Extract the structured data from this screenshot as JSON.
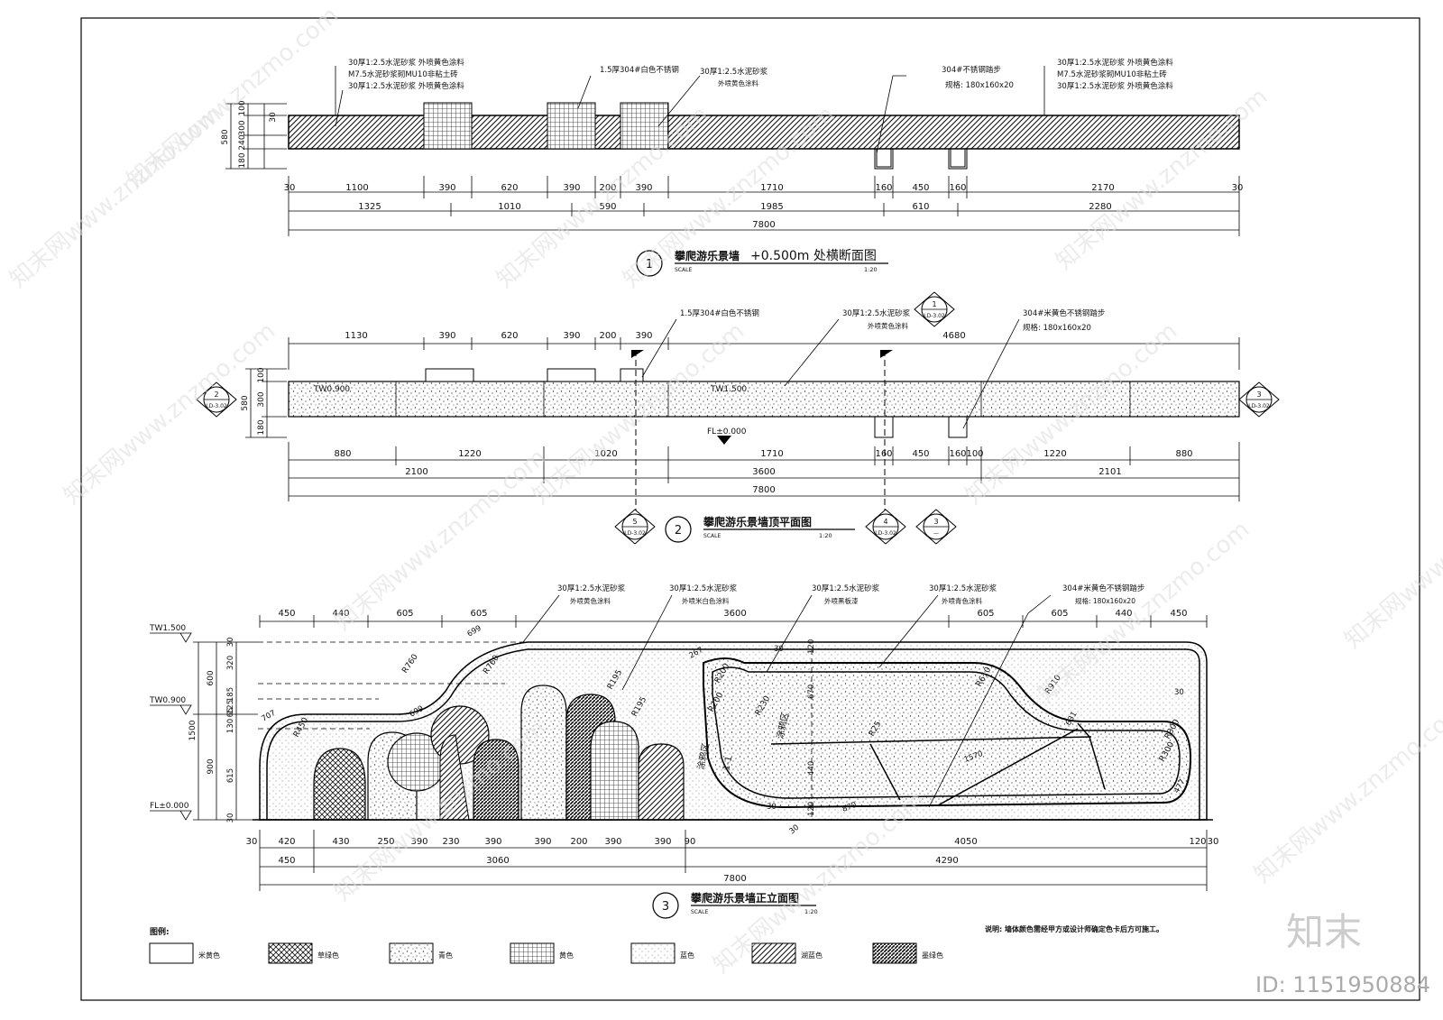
{
  "drawing": {
    "view1": {
      "number": "1",
      "title": "攀爬游乐景墙",
      "title_suffix": "+0.500m 处横断面图",
      "scale_label": "SCALE",
      "scale_value": "1:20",
      "notes_left": [
        "30厚1:2.5水泥砂浆  外喷黄色涂料",
        "M7.5水泥砂浆砌MU10非粘土砖",
        "30厚1:2.5水泥砂浆  外喷黄色涂料"
      ],
      "notes_right": [
        "30厚1:2.5水泥砂浆  外喷黄色涂料",
        "M7.5水泥砂浆砌MU10非粘土砖",
        "30厚1:2.5水泥砂浆  外喷黄色涂料"
      ],
      "note_steel": "1.5厚304#白色不锈钢",
      "note_mortar": [
        "30厚1:2.5水泥砂浆",
        "外喷黄色涂料"
      ],
      "note_step": [
        "304#不锈钢踏步",
        "规格: 180x160x20"
      ],
      "left_dims": [
        "580",
        "100",
        "300",
        "240",
        "180",
        "30"
      ],
      "dims_row1": [
        "30",
        "1100",
        "390",
        "620",
        "390",
        "200",
        "390",
        "1710",
        "160",
        "450",
        "160",
        "2170",
        "30"
      ],
      "dims_row2": [
        "1325",
        "1010",
        "590",
        "1985",
        "610",
        "2280"
      ],
      "dims_row3": [
        "7800"
      ]
    },
    "view2": {
      "number": "2",
      "title": "攀爬游乐景墙顶平面图",
      "scale_label": "SCALE",
      "scale_value": "1:20",
      "note_steel": "1.5厚304#白色不锈钢",
      "note_mortar": [
        "30厚1:2.5水泥砂浆",
        "外喷黄色涂料"
      ],
      "note_step": [
        "304#米黄色不锈钢踏步",
        "规格: 180x160x20"
      ],
      "dims_top": [
        "1130",
        "390",
        "620",
        "390",
        "200",
        "390",
        "4680"
      ],
      "left_dims": [
        "580",
        "100",
        "300",
        "180"
      ],
      "tw1": "TW0.900",
      "tw2": "TW1.500",
      "fl": "FL±0.000",
      "dims_row1": [
        "880",
        "1220",
        "1020",
        "1710",
        "160",
        "450",
        "160",
        "100",
        "1220",
        "880"
      ],
      "dims_row2": [
        "2100",
        "3600",
        "2101"
      ],
      "dims_row3": [
        "7800"
      ],
      "markers": [
        {
          "num": "2",
          "ref": "LD-3.02"
        },
        {
          "num": "3",
          "ref": "LD-3.02"
        },
        {
          "num": "1",
          "ref": "LD-3.02"
        },
        {
          "num": "5",
          "ref": "LD-3.02"
        },
        {
          "num": "4",
          "ref": "LD-3.02"
        },
        {
          "num": "3",
          "ref": "—"
        }
      ]
    },
    "view3": {
      "number": "3",
      "title": "攀爬游乐景墙正立面图",
      "scale_label": "SCALE",
      "scale_value": "1:20",
      "notes": [
        [
          "30厚1:2.5水泥砂浆",
          "外喷黄色涂料"
        ],
        [
          "30厚1:2.5水泥砂浆",
          "外喷米白色涂料"
        ],
        [
          "30厚1:2.5水泥砂浆",
          "外喷黑板漆"
        ],
        [
          "30厚1:2.5水泥砂浆",
          "外喷青色涂料"
        ],
        [
          "304#米黄色不锈钢踏步",
          "规格: 180x160x20"
        ]
      ],
      "dims_top": [
        "450",
        "440",
        "605",
        "605",
        "3600",
        "605",
        "605",
        "440",
        "450"
      ],
      "levels": [
        "TW1.500",
        "TW0.900",
        "FL±0.000"
      ],
      "left_dims_outer": [
        "1500"
      ],
      "left_dims_mid": [
        "600",
        "900"
      ],
      "left_dims_inner": [
        "30",
        "320",
        "185",
        "125",
        "65",
        "130",
        "615",
        "30"
      ],
      "dims_row1": [
        "30",
        "420",
        "430",
        "250",
        "390",
        "230",
        "390",
        "390",
        "200",
        "390",
        "390",
        "90",
        "4050",
        "120",
        "30"
      ],
      "dims_row2": [
        "450",
        "3060",
        "4290"
      ],
      "dims_row3": [
        "7800"
      ],
      "radii": [
        "R760",
        "R760",
        "R450",
        "R195",
        "R195",
        "R200",
        "R200",
        "R230",
        "R25",
        "R610",
        "R910",
        "R300",
        "R300"
      ],
      "inner_dims": [
        "699",
        "707",
        "699",
        "267",
        "670",
        "440",
        "120",
        "120",
        "870",
        "1570",
        "631",
        "477",
        "30",
        "30",
        "30",
        "30"
      ],
      "area_label": "涂鸦区",
      "section_label": "1-1",
      "area_label2": "涂鸦区"
    },
    "legend": {
      "title": "图例:",
      "items": [
        "米黄色",
        "草绿色",
        "青色",
        "黄色",
        "蓝色",
        "湖蓝色",
        "墨绿色"
      ]
    },
    "remark": "说明: 墙体颜色需经甲方或设计师确定色卡后方可施工。"
  },
  "watermark": {
    "brand": "知末",
    "id": "ID: 1151950884",
    "diag_text": "知末网www.znzmo.com"
  }
}
